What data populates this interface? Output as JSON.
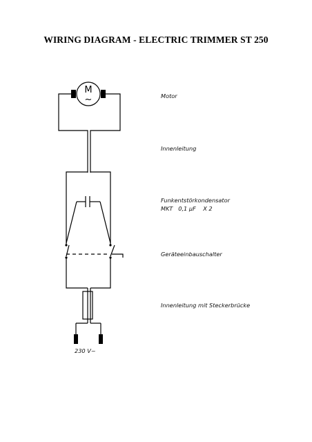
{
  "title": "WIRING DIAGRAM - ELECTRIC TRIMMER ST 250",
  "motor": {
    "symbol": "M",
    "symbol_ac": "~"
  },
  "labels": {
    "motor": "Motor",
    "internal_lead": "Innenleitung",
    "capacitor_name": "Funkentstörkondensator",
    "capacitor_spec": "MKT   0,1 µF    X 2",
    "switch": "Geräteeinbauschalter",
    "internal_lead_plug": "Innenleitung mit Steckerbrücke",
    "supply": "230 V~"
  }
}
